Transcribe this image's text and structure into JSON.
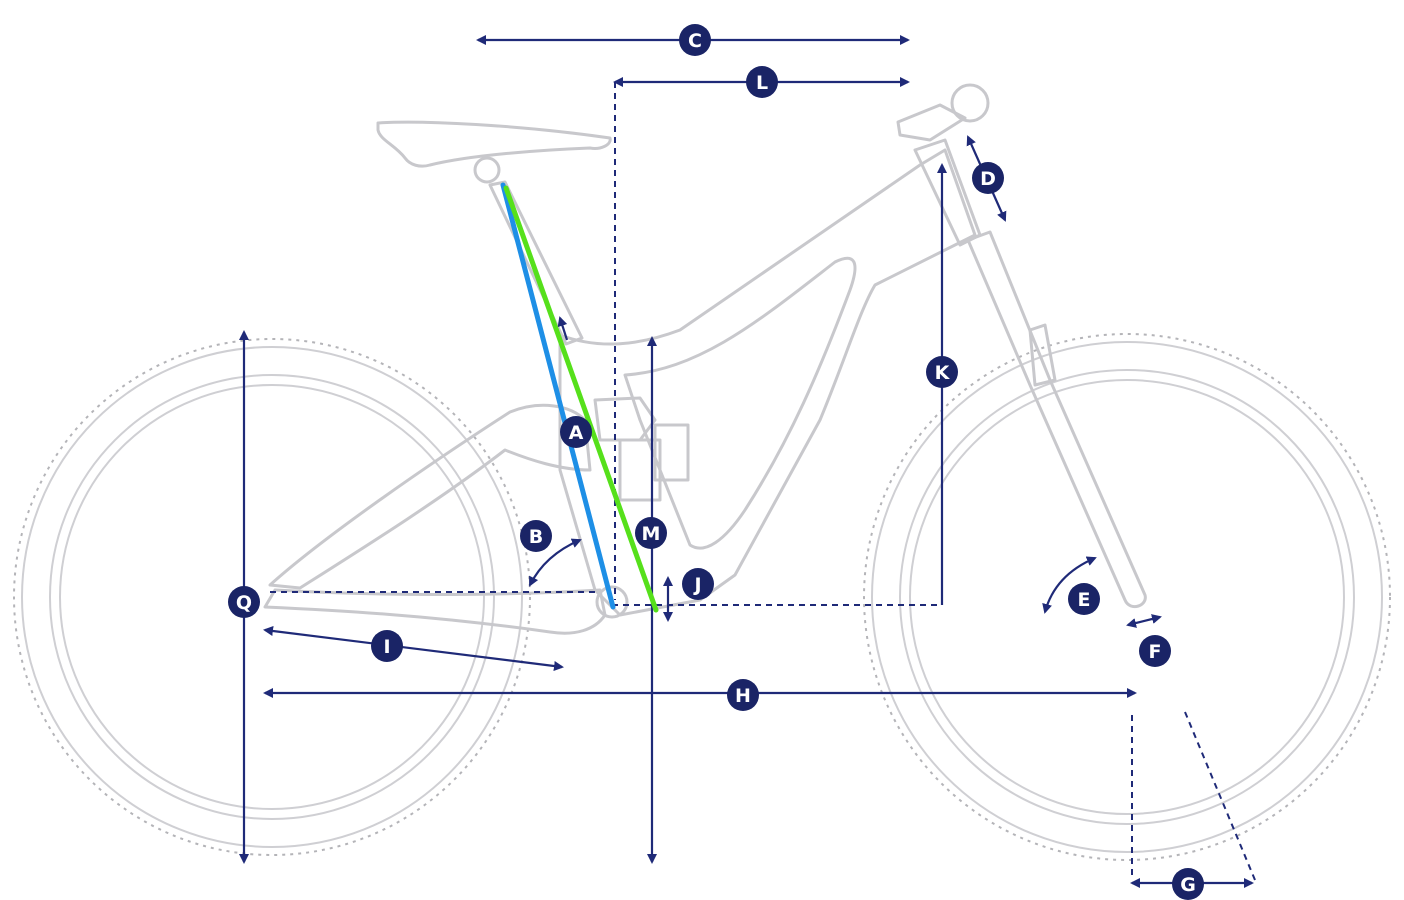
{
  "labels": {
    "A": "A",
    "B": "B",
    "C": "C",
    "D": "D",
    "E": "E",
    "F": "F",
    "G": "G",
    "H": "H",
    "I": "I",
    "J": "J",
    "K": "K",
    "L": "L",
    "M": "M",
    "Q": "Q"
  },
  "colors": {
    "dimension": "#1f2a78",
    "badge": "#1a2466",
    "outline": "#c8c8cc",
    "seat_tube_blue": "#1e8fe6",
    "seat_tube_green": "#56e01b"
  }
}
